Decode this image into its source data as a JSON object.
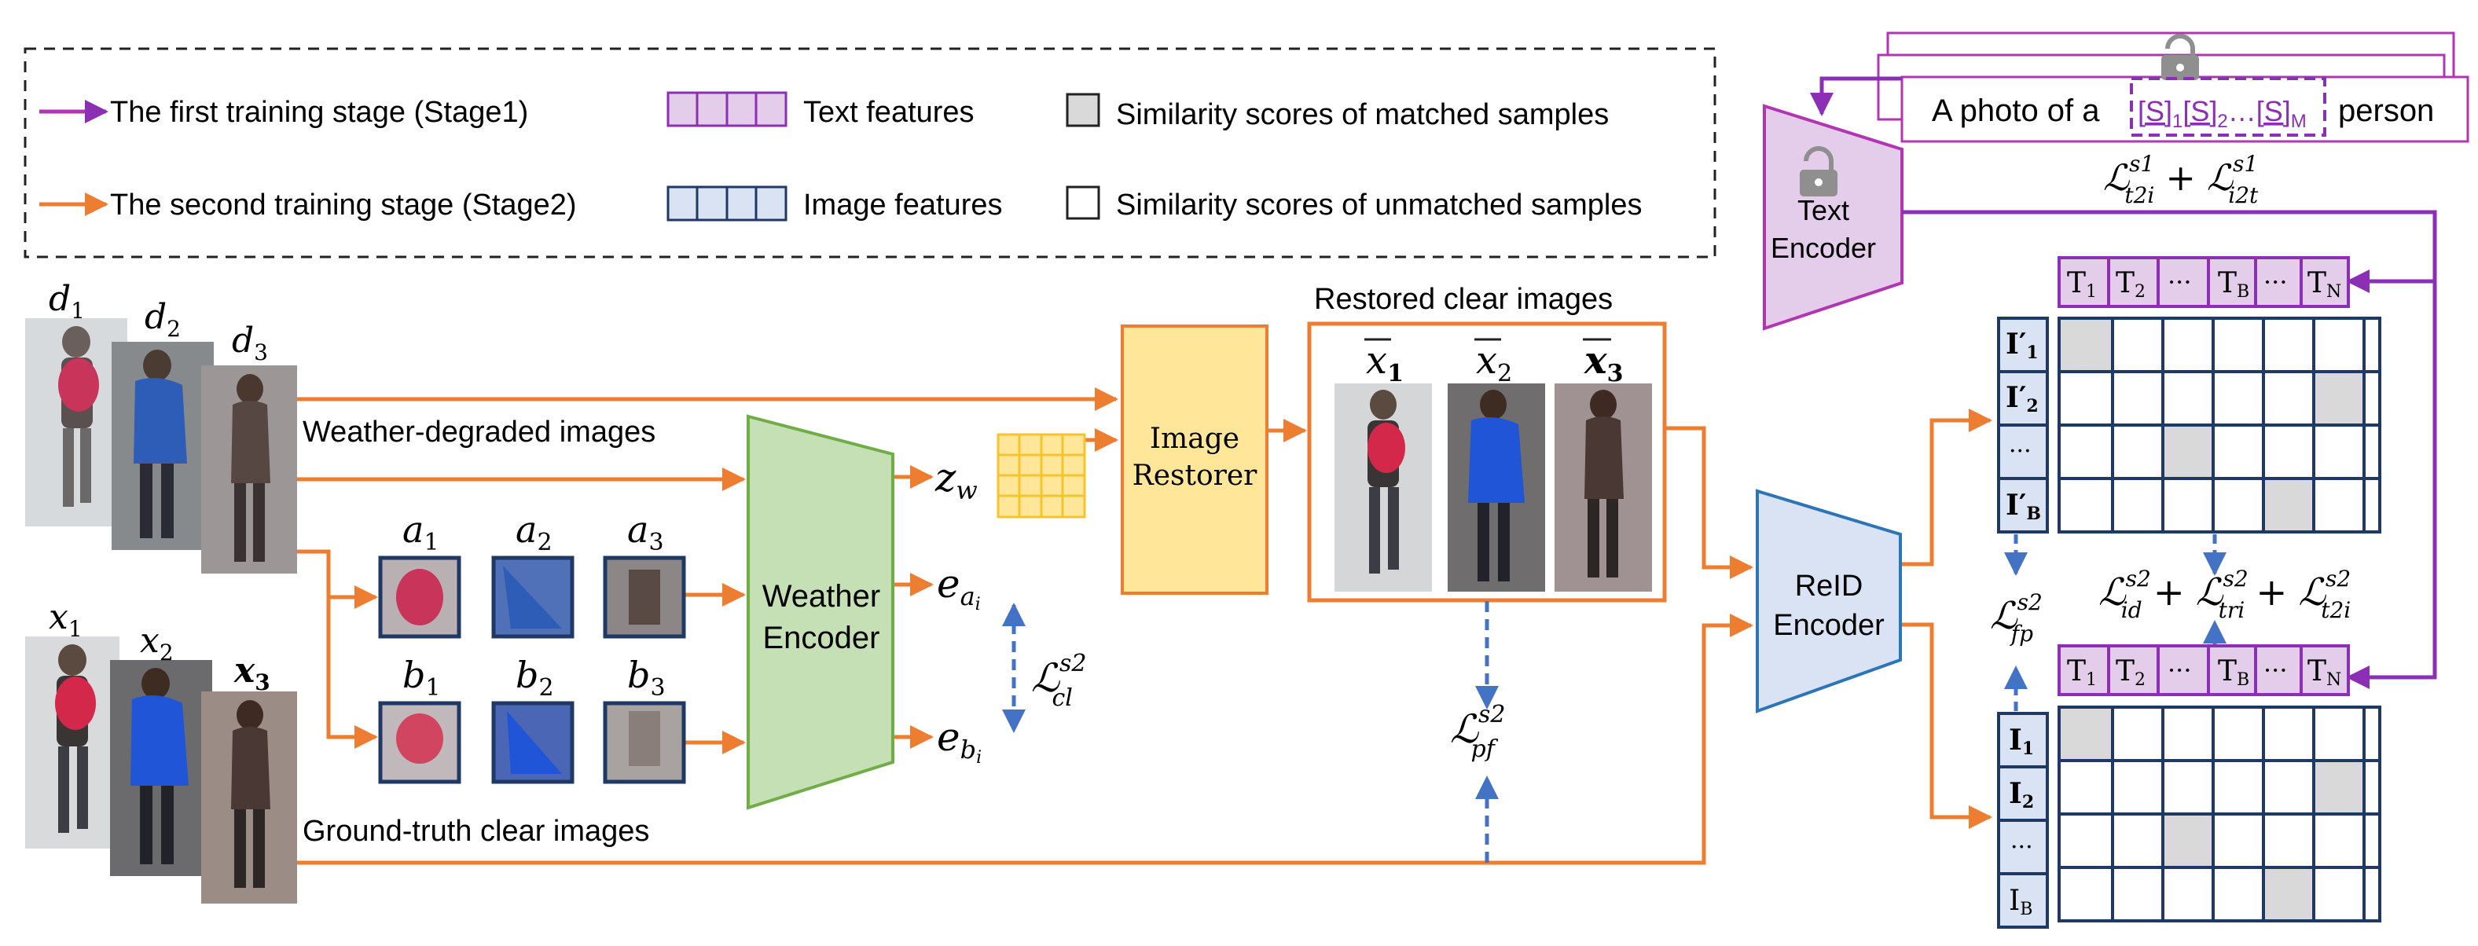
{
  "legend": {
    "stage1": "The first training stage (Stage1)",
    "stage2": "The second training stage (Stage2)",
    "text_features": "Text features",
    "image_features": "Image features",
    "matched": "Similarity scores of matched samples",
    "unmatched": "Similarity scores of unmatched samples"
  },
  "inputs": {
    "degraded_labels": [
      "d",
      "d",
      "d"
    ],
    "degraded_subs": [
      "1",
      "2",
      "3"
    ],
    "clear_labels": [
      "x",
      "x",
      "x"
    ],
    "clear_subs": [
      "1",
      "2",
      "3"
    ],
    "weather_degraded": "Weather-degraded images",
    "ground_truth": "Ground-truth clear images"
  },
  "patches": {
    "a_label": "a",
    "b_label": "b",
    "subs": [
      "1",
      "2",
      "3"
    ]
  },
  "modules": {
    "weather_encoder": [
      "Weather",
      "Encoder"
    ],
    "image_restorer": [
      "Image",
      "Restorer"
    ],
    "reid_encoder": [
      "ReID",
      "Encoder"
    ],
    "text_encoder": [
      "Text",
      "Encoder"
    ]
  },
  "symbols": {
    "zw": "z",
    "zw_sub": "w",
    "ea": "e",
    "ea_sub": "a",
    "ea_subsub": "i",
    "eb": "e",
    "eb_sub": "b",
    "eb_subsub": "i"
  },
  "restored": {
    "title": "Restored clear images",
    "labels": [
      "x",
      "x",
      "x"
    ],
    "subs": [
      "1",
      "2",
      "3"
    ]
  },
  "prompt": {
    "prefix": "A photo of a",
    "tokens": [
      "[S]",
      "1",
      "[S]",
      "2",
      "…",
      "[S]",
      "M"
    ],
    "suffix": "person"
  },
  "losses": {
    "cl": "ℒ",
    "cl_sup": "s2",
    "cl_sub": "cl",
    "pf": "ℒ",
    "pf_sup": "s2",
    "pf_sub": "pf",
    "fp": "ℒ",
    "fp_sup": "s2",
    "fp_sub": "fp",
    "stage1": [
      "ℒ",
      "s1",
      "t2i",
      "+",
      "ℒ",
      "s1",
      "i2t"
    ],
    "stage2": [
      "ℒ",
      "s2",
      "id",
      "+",
      "ℒ",
      "s2",
      "tri",
      "+",
      "ℒ",
      "s2",
      "t2i"
    ]
  },
  "text_row": [
    "T",
    "1",
    "T",
    "2",
    "···",
    "T",
    "B",
    "···",
    "T",
    "N"
  ],
  "img_col_top": [
    "I′",
    "1",
    "I′",
    "2",
    "···",
    "I′",
    "B"
  ],
  "img_col_bottom": [
    "I",
    "1",
    "I",
    "2",
    "···",
    "I",
    "B"
  ],
  "colors": {
    "stage1": "#8b2fb5",
    "stage2": "#ed7d31",
    "weather_fill": "#c5e0b4",
    "weather_stroke": "#70ad47",
    "restorer_fill": "#ffe699",
    "restorer_stroke": "#f4b183",
    "reid_fill": "#dae3f3",
    "reid_stroke": "#2e75b6",
    "text_enc_fill": "#e4cdeb",
    "text_enc_stroke": "#b236b2",
    "dashed_blue": "#4472c4",
    "matched_cell": "#d9d9d9",
    "grid_stroke": "#1f3864"
  }
}
